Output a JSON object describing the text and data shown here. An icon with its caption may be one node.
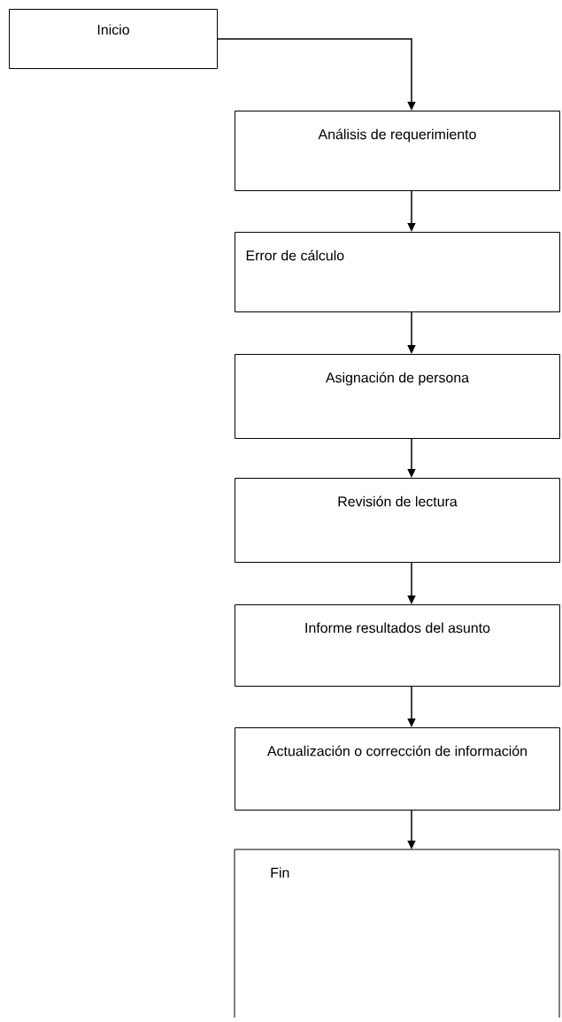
{
  "diagram": {
    "nodes": [
      {
        "text": [
          "Inicio"
        ]
      },
      {
        "text": [
          "Análisis de requerimiento"
        ]
      },
      {
        "text": [
          "Error de cálculo"
        ]
      },
      {
        "text": [
          "Asignación de persona"
        ]
      },
      {
        "text": [
          "Revisión de lectura"
        ]
      },
      {
        "text": [
          "Informe resultados del asunto"
        ]
      },
      {
        "text": [
          "Actualización o corrección de información"
        ]
      },
      {
        "text": [
          "Fin"
        ]
      }
    ],
    "edges": [
      {
        "from": 0,
        "to": 1,
        "arrow": "to"
      },
      {
        "from": 1,
        "to": 2,
        "arrow": "to"
      },
      {
        "from": 2,
        "to": 3,
        "arrow": "to"
      },
      {
        "from": 3,
        "to": 4,
        "arrow": "to"
      },
      {
        "from": 4,
        "to": 5,
        "arrow": "to"
      },
      {
        "from": 5,
        "to": 6,
        "arrow": "to"
      },
      {
        "from": 6,
        "to": 7,
        "arrow": "to"
      }
    ]
  }
}
